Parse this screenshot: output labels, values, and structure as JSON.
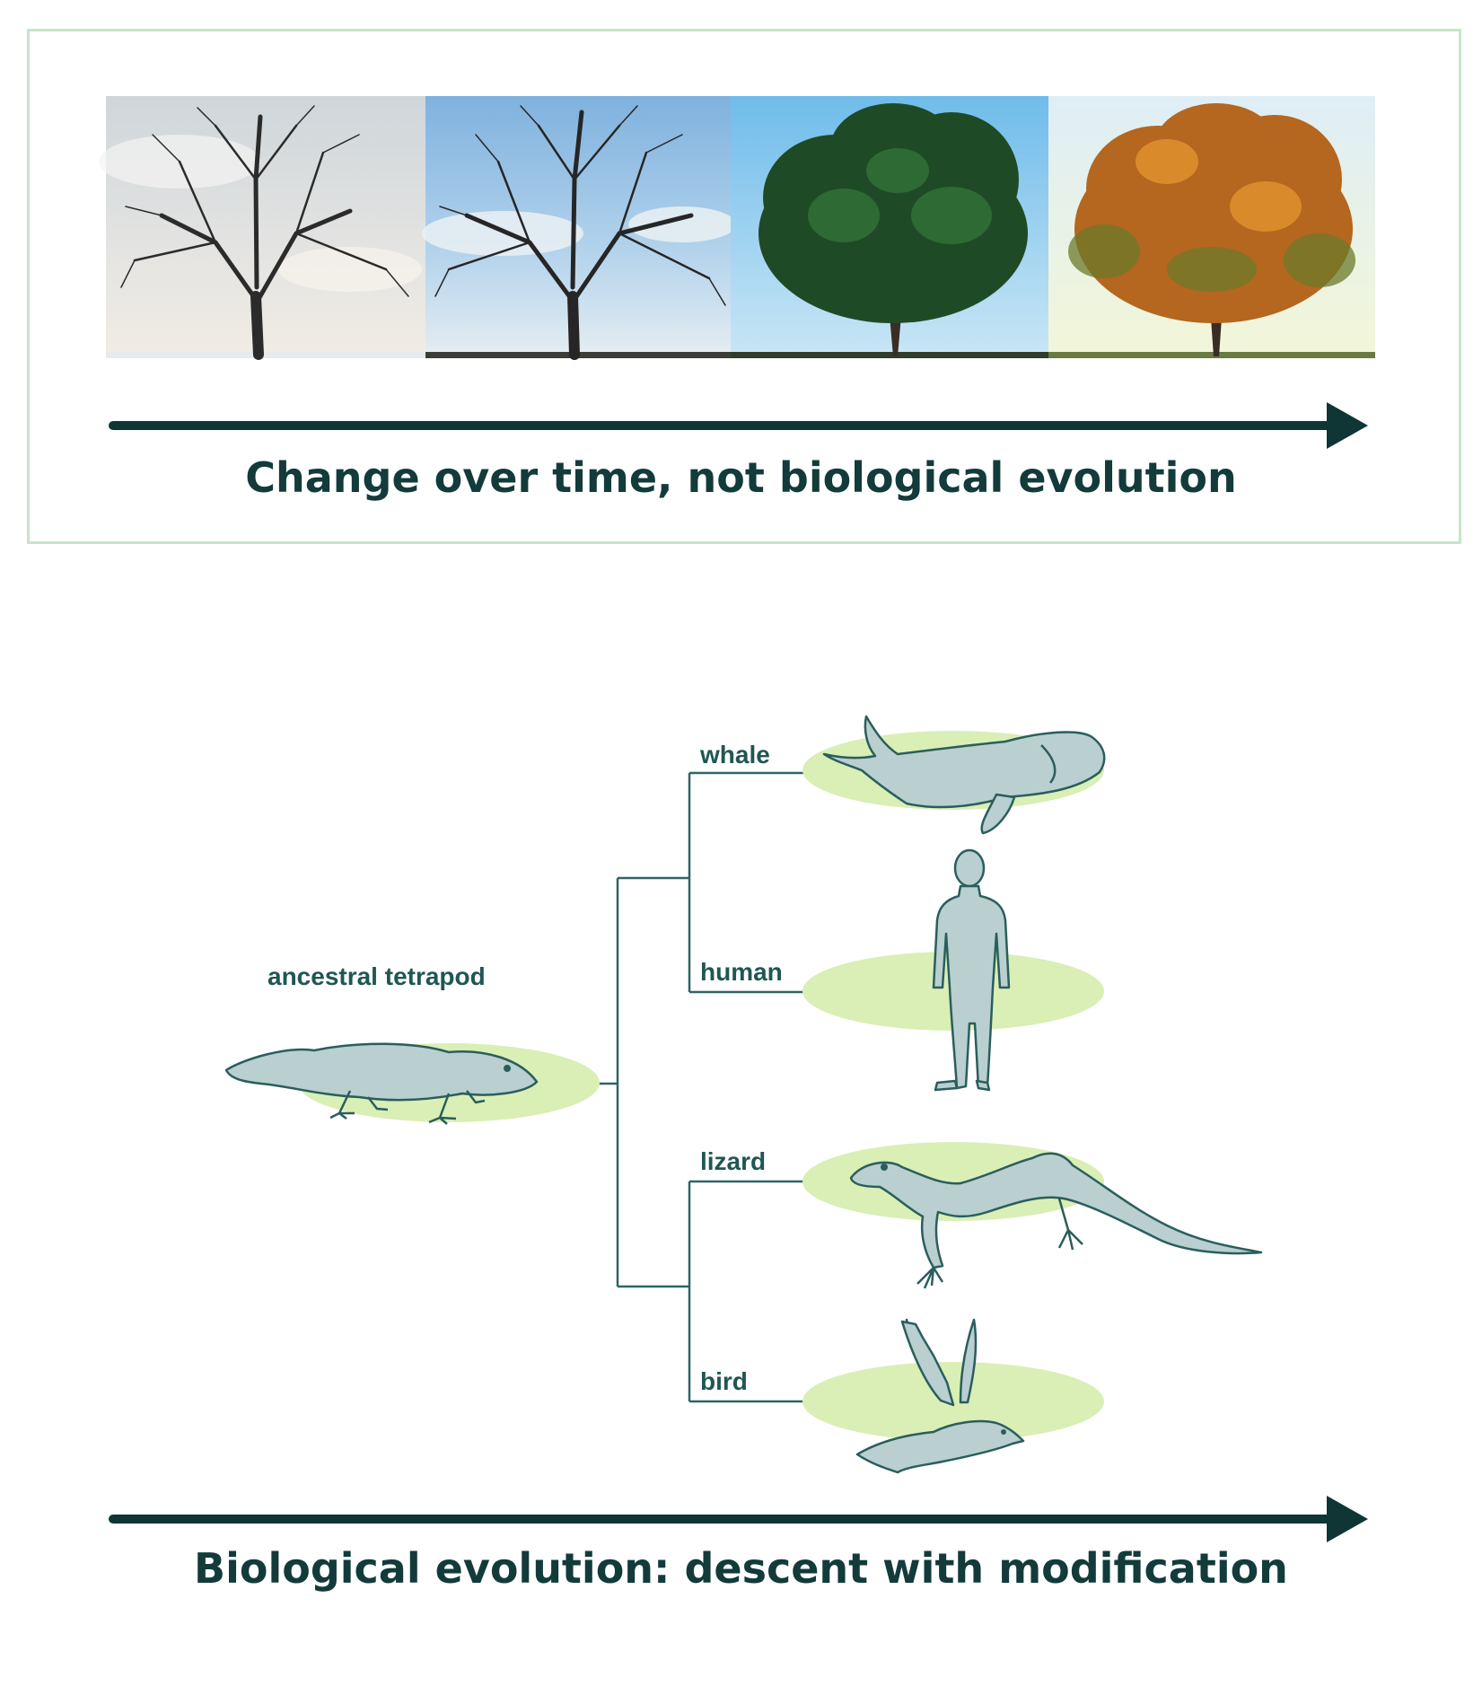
{
  "top_panel": {
    "caption": "Change over time, not biological evolution",
    "photos": [
      {
        "season": "winter",
        "sky_color": "#d8dde0",
        "crown": "bare"
      },
      {
        "season": "early spring",
        "sky_color": "#9ec8e8",
        "crown": "bare"
      },
      {
        "season": "summer",
        "sky_color": "#8ecbee",
        "crown": "green"
      },
      {
        "season": "autumn",
        "sky_color": "#eef4ea",
        "crown": "orange"
      }
    ]
  },
  "bottom_panel": {
    "caption": "Biological evolution: descent with modification",
    "ancestor_label": "ancestral tetrapod",
    "taxa": [
      "whale",
      "human",
      "lizard",
      "bird"
    ]
  },
  "colors": {
    "arrow": "#0f3535",
    "tree_lines": "#2e6662",
    "animal_fill": "#b9cfd0",
    "animal_stroke": "#2a5e5c",
    "ellipse": "#d9efb5",
    "panel_border": "#c6e5c8"
  }
}
